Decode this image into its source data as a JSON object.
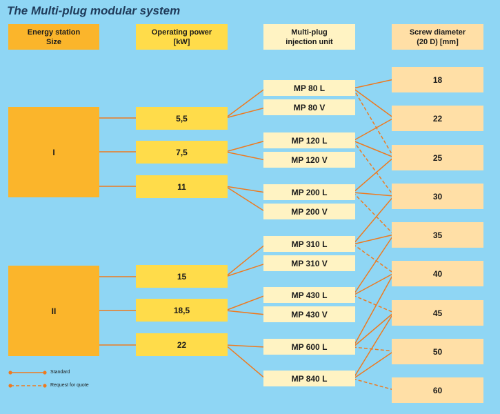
{
  "title": "The Multi-plug modular system",
  "headers": {
    "energy": [
      "Energy station",
      "Size"
    ],
    "power": [
      "Operating power",
      "[kW]"
    ],
    "unit": [
      "Multi-plug",
      "injection unit"
    ],
    "screw": [
      "Screw diameter",
      "(20 D) [mm]"
    ]
  },
  "energy_stations": [
    "I",
    "II"
  ],
  "powers": [
    "5,5",
    "7,5",
    "11",
    "15",
    "18,5",
    "22"
  ],
  "units": [
    "MP 80 L",
    "MP 80 V",
    "MP 120 L",
    "MP 120 V",
    "MP 200 L",
    "MP 200 V",
    "MP 310 L",
    "MP 310 V",
    "MP 430 L",
    "MP 430 V",
    "MP 600 L",
    "MP 840 L"
  ],
  "screws": [
    "18",
    "22",
    "25",
    "30",
    "35",
    "40",
    "45",
    "50",
    "60"
  ],
  "legend": {
    "standard": "Standard",
    "quote": "Request for quote"
  },
  "colors": {
    "line": "#ee7a1f",
    "background": "#8fd6f4"
  },
  "connections": {
    "energy_to_power": [
      [
        0,
        0
      ],
      [
        0,
        1
      ],
      [
        0,
        2
      ],
      [
        1,
        3
      ],
      [
        1,
        4
      ],
      [
        1,
        5
      ]
    ],
    "power_to_unit": [
      [
        0,
        0
      ],
      [
        0,
        1
      ],
      [
        1,
        2
      ],
      [
        1,
        3
      ],
      [
        2,
        4
      ],
      [
        2,
        5
      ],
      [
        3,
        6
      ],
      [
        3,
        7
      ],
      [
        4,
        8
      ],
      [
        4,
        9
      ],
      [
        5,
        10
      ],
      [
        5,
        11
      ]
    ],
    "unit_to_screw_standard": [
      [
        0,
        0
      ],
      [
        0,
        1
      ],
      [
        2,
        1
      ],
      [
        2,
        2
      ],
      [
        4,
        2
      ],
      [
        4,
        3
      ],
      [
        6,
        3
      ],
      [
        6,
        4
      ],
      [
        8,
        4
      ],
      [
        8,
        5
      ],
      [
        10,
        5
      ],
      [
        10,
        6
      ],
      [
        11,
        6
      ],
      [
        11,
        7
      ]
    ],
    "unit_to_screw_quote": [
      [
        0,
        2
      ],
      [
        2,
        3
      ],
      [
        4,
        4
      ],
      [
        6,
        5
      ],
      [
        8,
        6
      ],
      [
        10,
        7
      ],
      [
        11,
        8
      ]
    ]
  }
}
